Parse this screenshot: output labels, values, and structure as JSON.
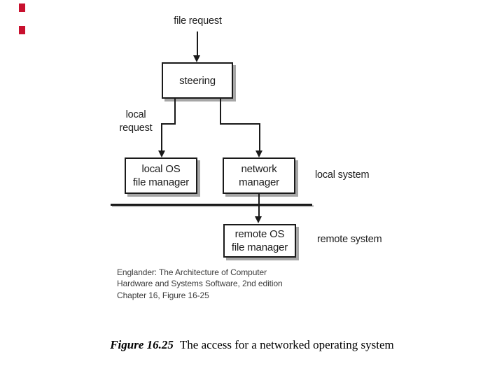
{
  "decor": {
    "accent_marks_color": "#c8102e",
    "accent_marks_count": 2
  },
  "diagram": {
    "line_color": "#1a1a1a",
    "shadow_color": "#a6a6a6",
    "file_request_label": "file request",
    "steering_box": {
      "label": "steering"
    },
    "local_request_label": {
      "line1": "local",
      "line2": "request"
    },
    "local_os_box": {
      "line1": "local OS",
      "line2": "file manager"
    },
    "network_box": {
      "line1": "network",
      "line2": "manager"
    },
    "remote_os_box": {
      "line1": "remote OS",
      "line2": "file manager"
    },
    "local_system_label": "local system",
    "remote_system_label": "remote system"
  },
  "attribution": {
    "line1": "Englander: The Architecture of Computer",
    "line2": "Hardware and Systems Software, 2nd edition",
    "line3": "Chapter 16, Figure 16-25"
  },
  "caption": {
    "figure_label": "Figure 16.25",
    "text": "The access for a networked operating system"
  }
}
